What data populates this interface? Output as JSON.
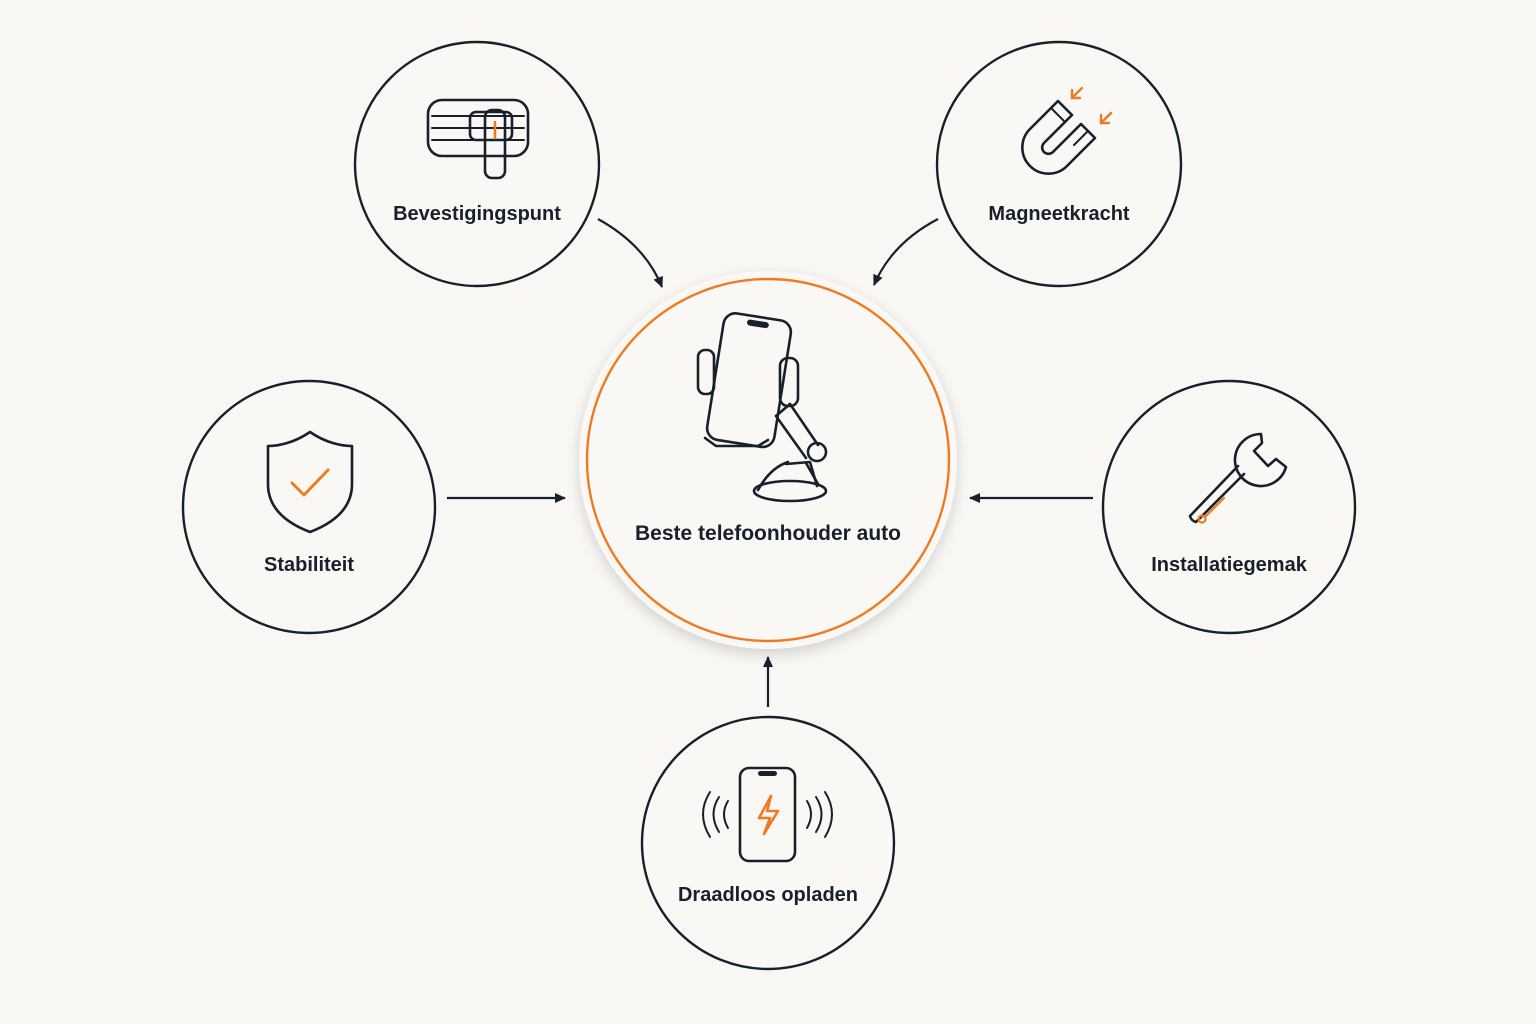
{
  "center": {
    "label": "Beste telefoonhouder auto",
    "icon": "phone-holder-icon"
  },
  "nodes": [
    {
      "id": "bevestigingspunt",
      "label": "Bevestigingspunt",
      "icon": "vent-clip-icon"
    },
    {
      "id": "magneetkracht",
      "label": "Magneetkracht",
      "icon": "magnet-icon"
    },
    {
      "id": "stabiliteit",
      "label": "Stabiliteit",
      "icon": "shield-check-icon"
    },
    {
      "id": "installatiegemak",
      "label": "Installatiegemak",
      "icon": "wrench-icon"
    },
    {
      "id": "draadloos-opladen",
      "label": "Draadloos opladen",
      "icon": "wireless-charging-icon"
    }
  ],
  "colors": {
    "background": "#f8f7f4",
    "ink": "#17202b",
    "accent": "#ee7b22",
    "ring_fill": "#f9f8f5"
  }
}
